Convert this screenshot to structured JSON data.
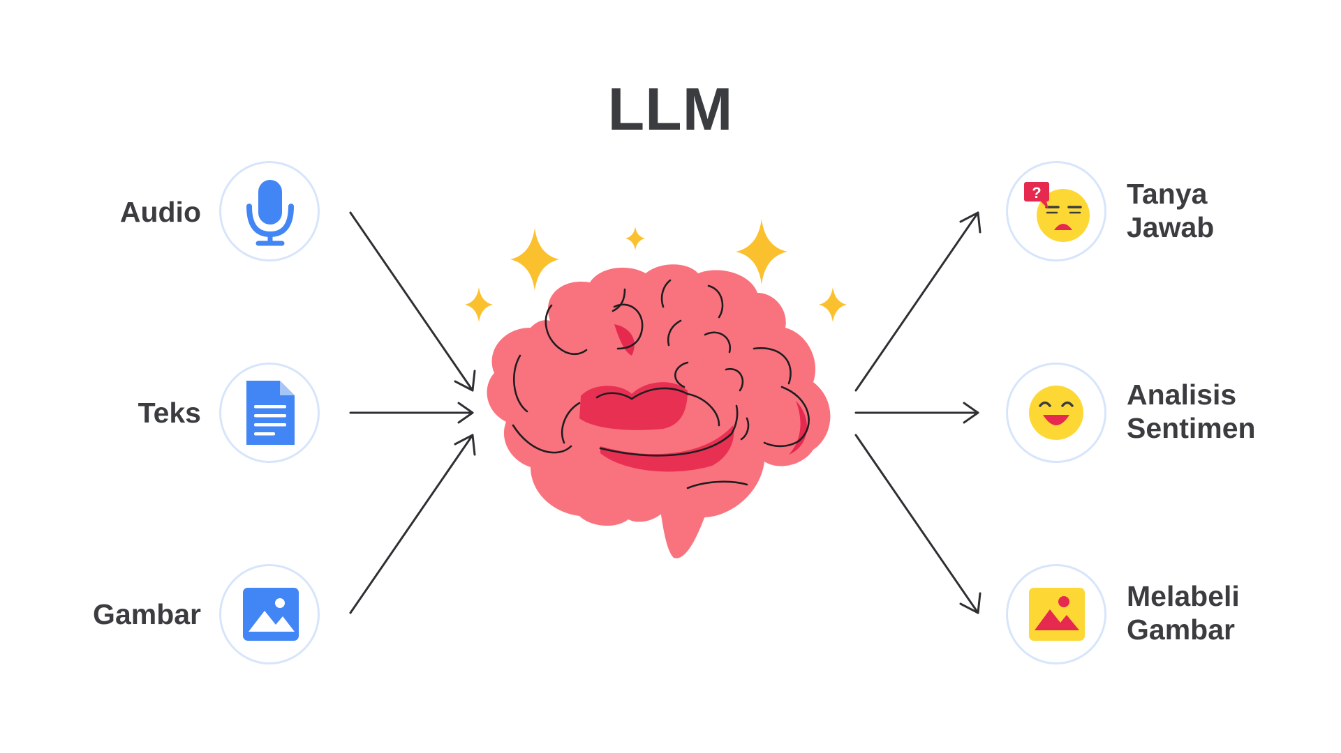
{
  "title": "LLM",
  "inputs": [
    {
      "label": "Audio",
      "icon": "microphone-icon"
    },
    {
      "label": "Teks",
      "icon": "document-icon"
    },
    {
      "label": "Gambar",
      "icon": "image-icon"
    }
  ],
  "outputs": [
    {
      "line1": "Tanya",
      "line2": "Jawab",
      "icon": "confused-face-question-icon"
    },
    {
      "line1": "Analisis",
      "line2": "Sentimen",
      "icon": "happy-face-icon"
    },
    {
      "line1": "Melabeli",
      "line2": "Gambar",
      "icon": "labeled-image-icon"
    }
  ],
  "center_icon": "brain-icon",
  "decor_icon": "sparkle-icon",
  "colors": {
    "text": "#3b3c40",
    "blue_icon": "#4285f4",
    "brain_pink": "#f9737f",
    "brain_shadow": "#e5294f",
    "sparkle": "#fbc02d",
    "emoji_yellow": "#fdd835",
    "circle_border": "#d7e5fb",
    "arrow": "#2f2f33"
  }
}
